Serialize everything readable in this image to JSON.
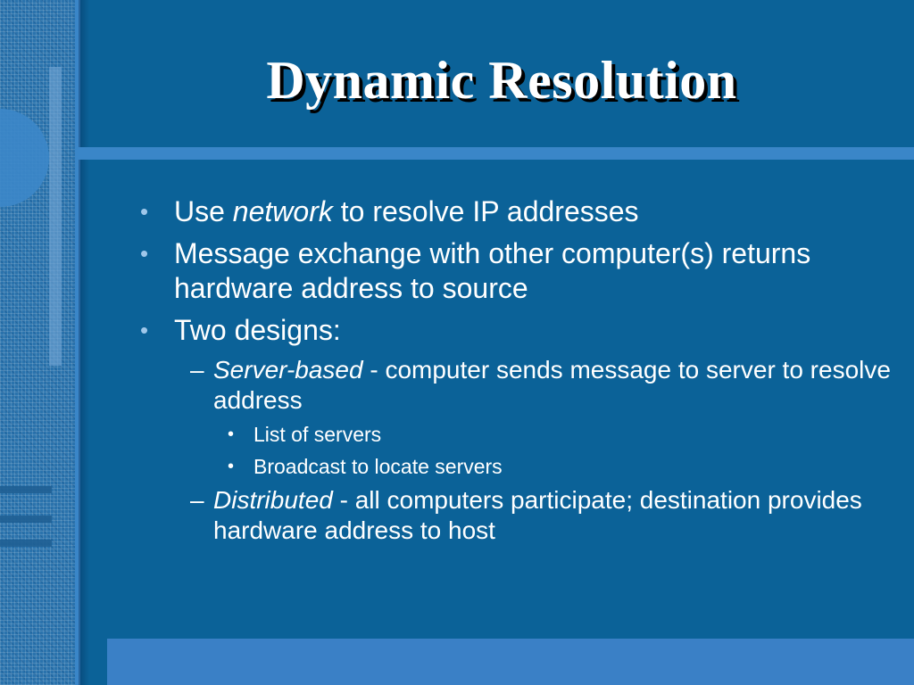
{
  "slide": {
    "title": "Dynamic Resolution",
    "bullets": {
      "b1": {
        "marker": "•",
        "pre": "Use ",
        "em": "network",
        "post": " to resolve IP addresses"
      },
      "b2": {
        "marker": "•",
        "text": "Message exchange with other computer(s) returns hardware address to source"
      },
      "b3": {
        "marker": "•",
        "text": "Two designs:"
      },
      "s1": {
        "marker": "–",
        "em": "Server-based",
        "post": " - computer sends message to server to resolve address"
      },
      "s1a": {
        "marker": "•",
        "text": "List of servers"
      },
      "s1b": {
        "marker": "•",
        "text": "Broadcast to locate servers"
      },
      "s2": {
        "marker": "–",
        "em": "Distributed",
        "post": " - all computers participate; destination provides hardware address to host"
      }
    }
  },
  "colors": {
    "background": "#0b6298",
    "accent": "#3a86c8",
    "bullet": "#9fc7ea",
    "text": "#ffffff"
  }
}
